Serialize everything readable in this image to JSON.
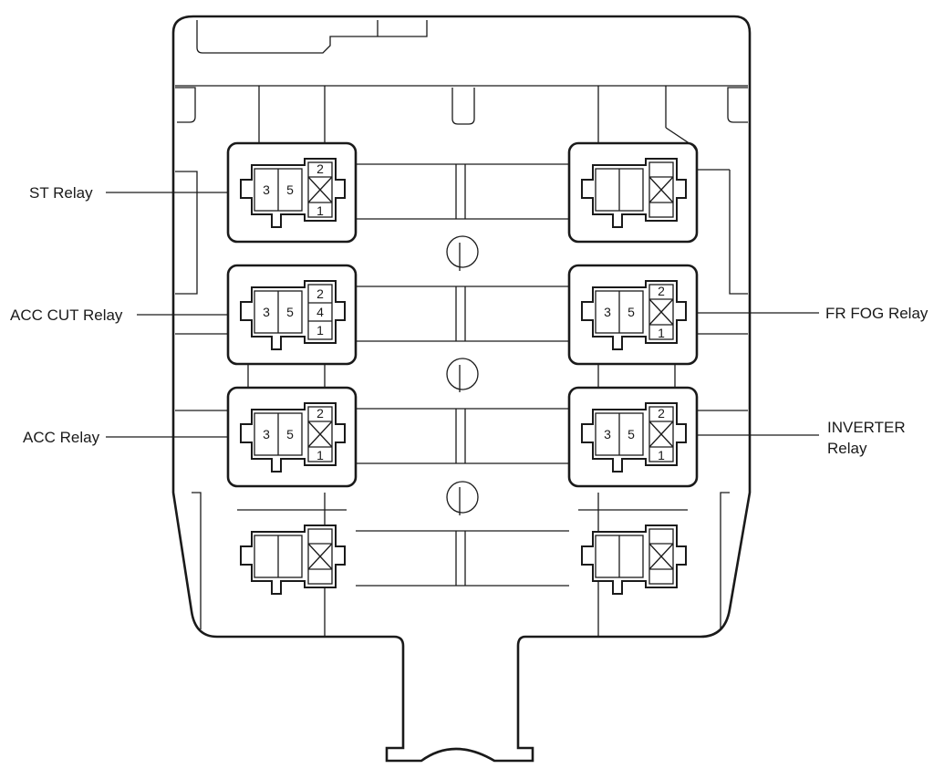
{
  "labels": {
    "st": "ST Relay",
    "acc_cut": "ACC CUT Relay",
    "acc": "ACC Relay",
    "fr_fog": "FR FOG Relay",
    "inverter_line1": "INVERTER",
    "inverter_line2": "Relay"
  },
  "relays": {
    "st": {
      "pins": [
        "3",
        "5",
        "2",
        "1"
      ]
    },
    "acc_cut": {
      "pins": [
        "3",
        "5",
        "2",
        "4",
        "1"
      ]
    },
    "acc": {
      "pins": [
        "3",
        "5",
        "2",
        "1"
      ]
    },
    "fr_fog": {
      "pins": [
        "3",
        "5",
        "2",
        "1"
      ]
    },
    "inverter": {
      "pins": [
        "3",
        "5",
        "2",
        "1"
      ]
    }
  }
}
